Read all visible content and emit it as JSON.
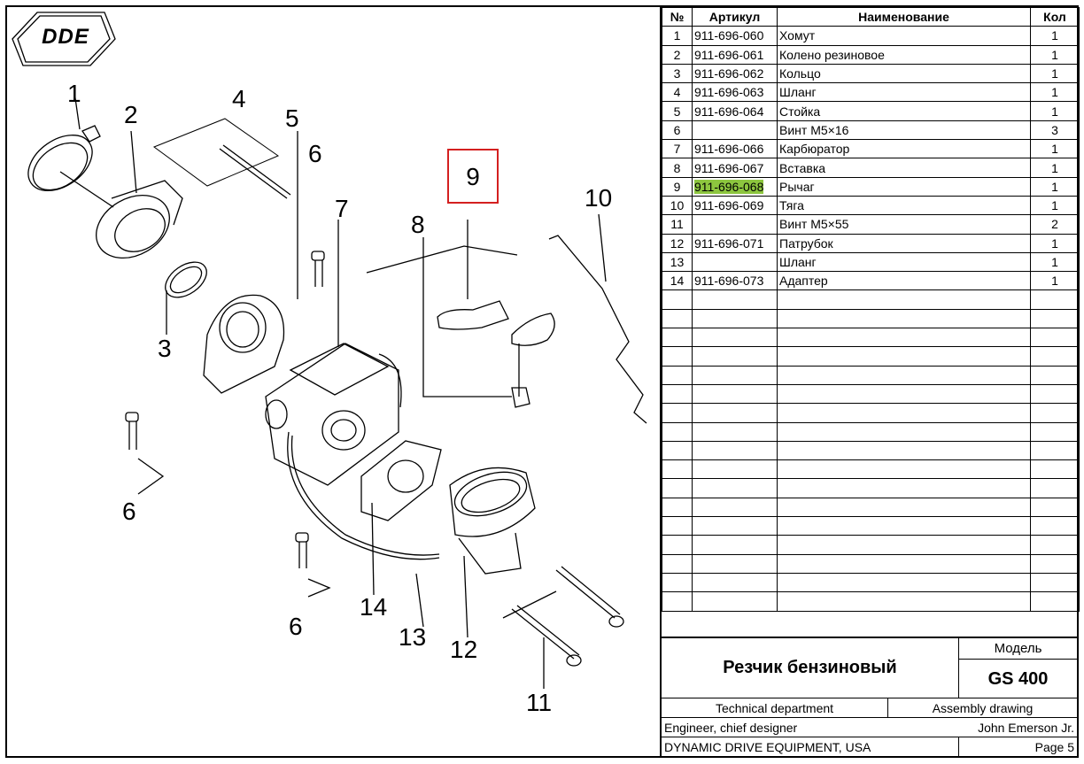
{
  "logo": {
    "text": "DDE"
  },
  "callouts": {
    "c1": "1",
    "c2": "2",
    "c3": "3",
    "c4": "4",
    "c5": "5",
    "c6a": "6",
    "c6b": "6",
    "c6c": "6",
    "c7": "7",
    "c8": "8",
    "c9": "9",
    "c10": "10",
    "c11": "11",
    "c12": "12",
    "c13": "13",
    "c14": "14"
  },
  "highlight_color": "#d42020",
  "table": {
    "headers": {
      "num": "№",
      "article": "Артикул",
      "name": "Наименование",
      "qty": "Кол"
    },
    "rows": [
      {
        "num": "1",
        "article": "911-696-060",
        "name": "Хомут",
        "qty": "1"
      },
      {
        "num": "2",
        "article": "911-696-061",
        "name": "Колено резиновое",
        "qty": "1"
      },
      {
        "num": "3",
        "article": "911-696-062",
        "name": "Кольцо",
        "qty": "1"
      },
      {
        "num": "4",
        "article": "911-696-063",
        "name": "Шланг",
        "qty": "1"
      },
      {
        "num": "5",
        "article": "911-696-064",
        "name": "Стойка",
        "qty": "1"
      },
      {
        "num": "6",
        "article": "",
        "name": "Винт М5×16",
        "qty": "3"
      },
      {
        "num": "7",
        "article": "911-696-066",
        "name": "Карбюратор",
        "qty": "1"
      },
      {
        "num": "8",
        "article": "911-696-067",
        "name": "Вставка",
        "qty": "1"
      },
      {
        "num": "9",
        "article": "911-696-068",
        "name": "Рычаг",
        "qty": "1"
      },
      {
        "num": "10",
        "article": "911-696-069",
        "name": "Тяга",
        "qty": "1"
      },
      {
        "num": "11",
        "article": "",
        "name": "Винт М5×55",
        "qty": "2"
      },
      {
        "num": "12",
        "article": "911-696-071",
        "name": "Патрубок",
        "qty": "1"
      },
      {
        "num": "13",
        "article": "",
        "name": "Шланг",
        "qty": "1"
      },
      {
        "num": "14",
        "article": "911-696-073",
        "name": "Адаптер",
        "qty": "1"
      }
    ],
    "highlighted_article_row": 9,
    "highlight_cell_color": "#8dc63f"
  },
  "title_block": {
    "product": "Резчик бензиновый",
    "model_label": "Модель",
    "model": "GS 400",
    "department": "Technical department",
    "doc_type": "Assembly drawing",
    "role": "Engineer, chief designer",
    "author": "John Emerson Jr.",
    "company": "DYNAMIC DRIVE EQUIPMENT, USA",
    "page": "Page 5"
  }
}
